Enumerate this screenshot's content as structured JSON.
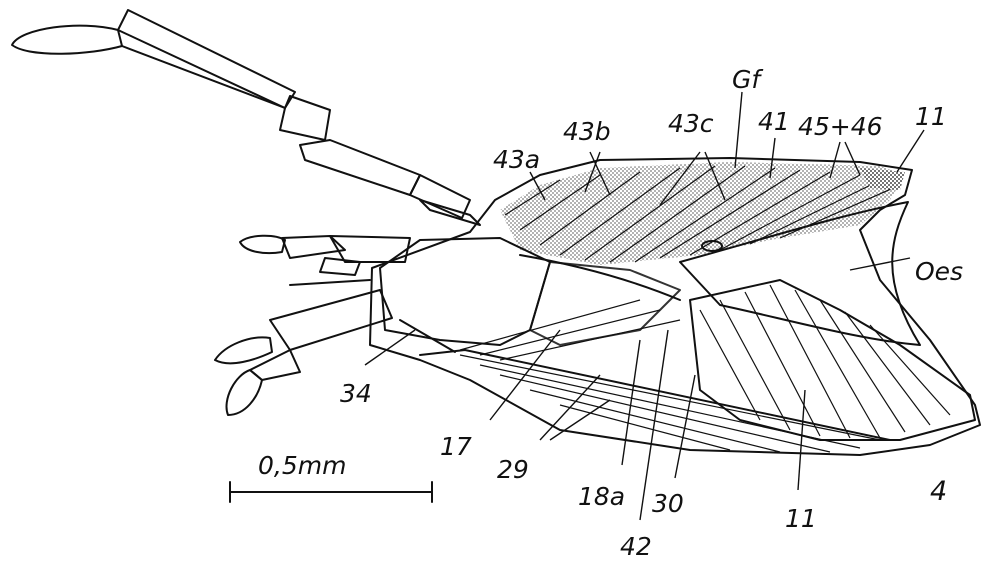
{
  "figure": {
    "number": "4",
    "scale_bar_label": "0,5mm",
    "background_color": "#ffffff",
    "ink_color": "#111111"
  },
  "labels": {
    "l43a": "43a",
    "l43b": "43b",
    "l43c": "43c",
    "lGf": "Gf",
    "l41": "41",
    "l4546": "45+46",
    "l11_top": "11",
    "lOes": "Oes",
    "l34": "34",
    "l17": "17",
    "l29": "29",
    "l18a": "18a",
    "l42": "42",
    "l30": "30",
    "l11_bottom": "11"
  }
}
